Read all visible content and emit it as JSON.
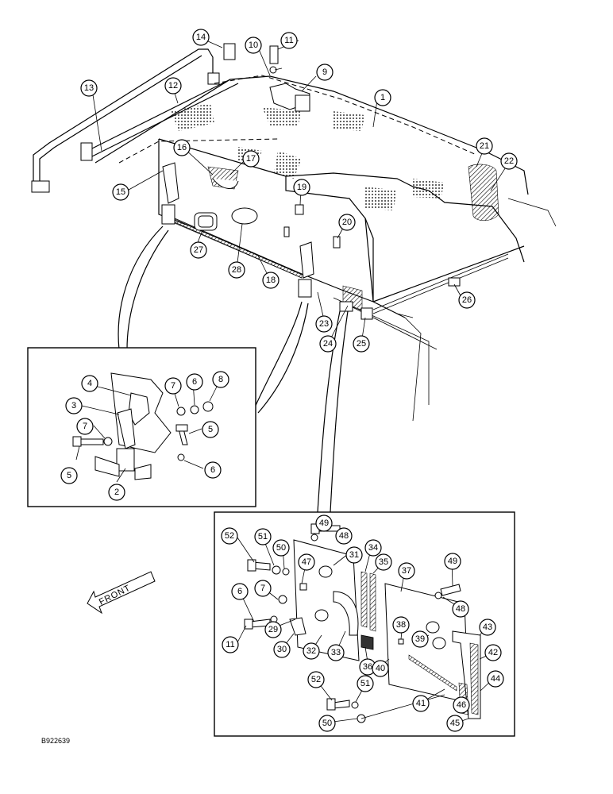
{
  "figure_code": "B922639",
  "front_label": "FRONT",
  "callouts": [
    "1",
    "2",
    "3",
    "4",
    "5",
    "5",
    "6",
    "6",
    "6",
    "7",
    "7",
    "7",
    "8",
    "9",
    "10",
    "11",
    "11",
    "12",
    "13",
    "14",
    "15",
    "16",
    "17",
    "18",
    "19",
    "20",
    "21",
    "22",
    "23",
    "24",
    "25",
    "26",
    "27",
    "28",
    "29",
    "30",
    "31",
    "32",
    "33",
    "34",
    "35",
    "36",
    "37",
    "38",
    "39",
    "40",
    "41",
    "42",
    "43",
    "44",
    "45",
    "46",
    "47",
    "48",
    "48",
    "49",
    "49",
    "50",
    "50",
    "51",
    "51",
    "52",
    "52"
  ]
}
